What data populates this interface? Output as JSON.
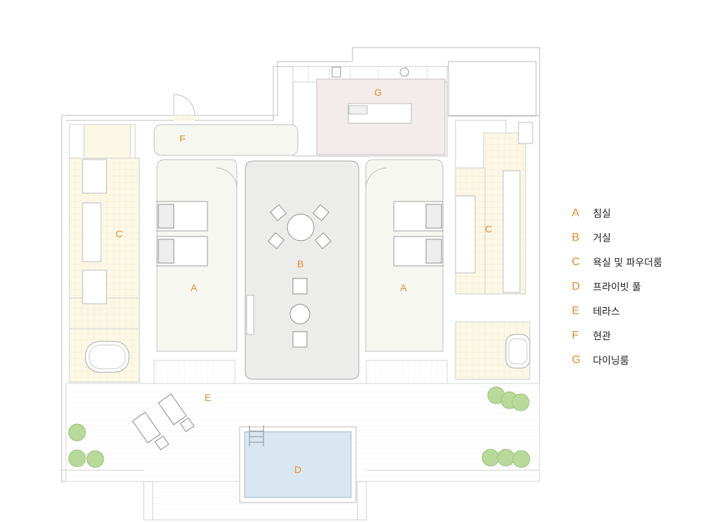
{
  "plan": {
    "labels": {
      "bedroom_left": "A",
      "bedroom_right": "A",
      "living": "B",
      "bath_left": "C",
      "bath_right": "C",
      "pool": "D",
      "terrace": "E",
      "entrance": "F",
      "dining": "G"
    }
  },
  "legend": {
    "items": [
      {
        "letter": "A",
        "label": "침실"
      },
      {
        "letter": "B",
        "label": "거실"
      },
      {
        "letter": "C",
        "label": "욕실 및 파우더룸"
      },
      {
        "letter": "D",
        "label": "프라이빗 풀"
      },
      {
        "letter": "E",
        "label": "테라스"
      },
      {
        "letter": "F",
        "label": "현관"
      },
      {
        "letter": "G",
        "label": "다이닝룸"
      }
    ]
  },
  "colors": {
    "accent": "#ee8a2c",
    "wall": "#bdbdbd",
    "living_floor": "#ececea",
    "bedroom_floor": "#f7f7f2",
    "tile_floor": "#fbf8e6",
    "dining_floor": "#f3ecec",
    "pool_water": "#d8e7f1",
    "plant": "#b9d99b"
  }
}
